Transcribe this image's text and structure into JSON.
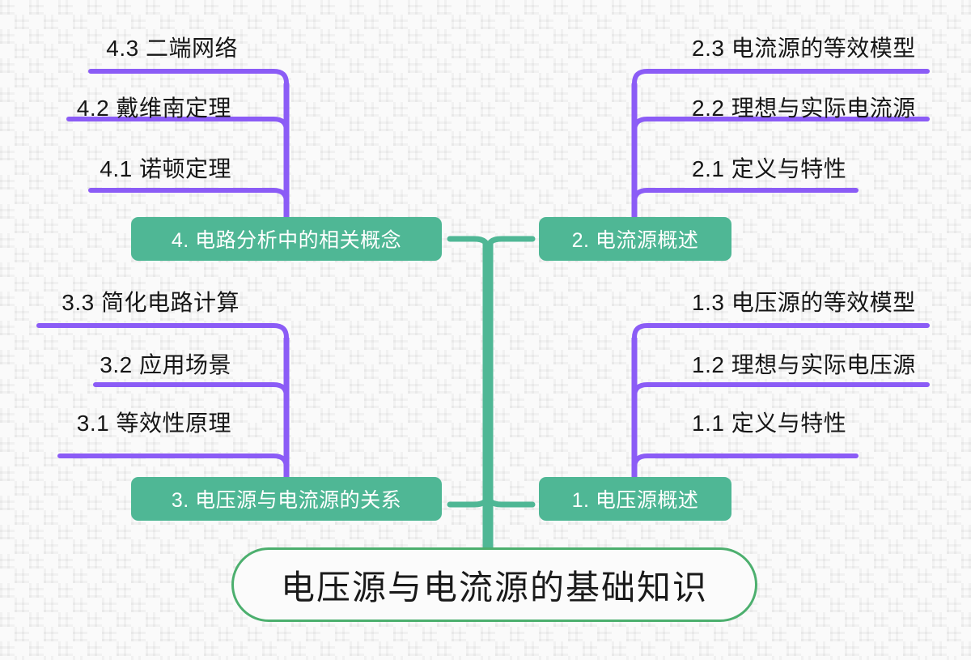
{
  "colors": {
    "branch_fill": "#4FB795",
    "root_border": "#4CAF6E",
    "root_fill": "#FBFBFB",
    "trunk_green": "#4FB795",
    "leaf_purple": "#8B5CF6",
    "leaf_text": "#161616",
    "background": "#FAFAFA",
    "weave_stripe": "#F1F1F1"
  },
  "root": {
    "label": "电压源与电流源的基础知识"
  },
  "branches": [
    {
      "id": "branch-1",
      "label": "1. 电压源概述",
      "side": "right",
      "children": [
        {
          "label": "1.1 定义与特性"
        },
        {
          "label": "1.2 理想与实际电压源"
        },
        {
          "label": "1.3 电压源的等效模型"
        }
      ]
    },
    {
      "id": "branch-2",
      "label": "2. 电流源概述",
      "side": "right",
      "children": [
        {
          "label": "2.1 定义与特性"
        },
        {
          "label": "2.2 理想与实际电流源"
        },
        {
          "label": "2.3 电流源的等效模型"
        }
      ]
    },
    {
      "id": "branch-3",
      "label": "3. 电压源与电流源的关系",
      "side": "left",
      "children": [
        {
          "label": "3.1 等效性原理"
        },
        {
          "label": "3.2 应用场景"
        },
        {
          "label": "3.3 简化电路计算"
        }
      ]
    },
    {
      "id": "branch-4",
      "label": "4. 电路分析中的相关概念",
      "side": "left",
      "children": [
        {
          "label": "4.1 诺顿定理"
        },
        {
          "label": "4.2 戴维南定理"
        },
        {
          "label": "4.3 二端网络"
        }
      ]
    }
  ]
}
